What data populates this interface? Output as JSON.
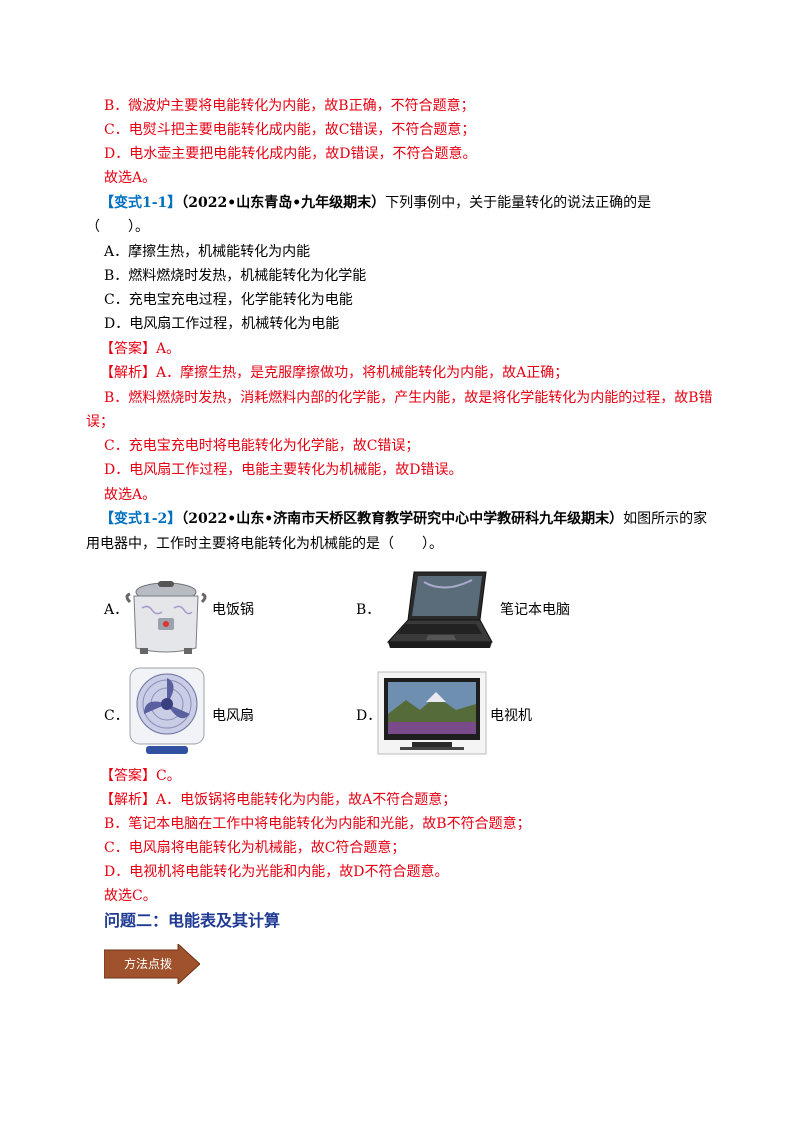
{
  "prev_analysis": {
    "line_b": "B．微波炉主要将电能转化为内能，故B正确，不符合题意；",
    "line_c": "C．电熨斗把主要电能转化成内能，故C错误，不符合题意；",
    "line_d": "D．电水壶主要把电能转化成内能，故D错误，不符合题意。",
    "conclusion": "故选A。"
  },
  "q1": {
    "tag": "【变式1-1】",
    "source": "（2022•山东青岛•九年级期末）",
    "stem_1": "下列事例中，关于能量转化的说法正确的是",
    "stem_2": "（　　）。",
    "options": [
      "A．摩擦生热，机械能转化为内能",
      "B．燃料燃烧时发热，机械能转化为化学能",
      "C．充电宝充电过程，化学能转化为电能",
      "D．电风扇工作过程，机械转化为电能"
    ],
    "answer_tag": "【答案】",
    "answer": "A。",
    "analysis_tag": "【解析】",
    "analysis_a": "A．摩擦生热，是克服摩擦做功，将机械能转化为内能，故A正确；",
    "analysis_b1": "B．燃料燃烧时发热，消耗燃料内部的化学能，产生内能，故是将化学能转化为内能的过程，故B错",
    "analysis_b2": "误；",
    "analysis_c": "C．充电宝充电时将电能转化为化学能，故C错误；",
    "analysis_d": "D．电风扇工作过程，电能主要转化为机械能，故D错误。",
    "conclusion": "故选A。"
  },
  "q2": {
    "tag": "【变式1-2】",
    "source": "（2022•山东•济南市天桥区教育教学研究中心中学教研科九年级期末）",
    "stem_1": "如图所示的家",
    "stem_2": "用电器中，工作时主要将电能转化为机械能的是（　　）。",
    "options": [
      {
        "letter": "A．",
        "label": "电饭锅",
        "icon": "rice-cooker-icon"
      },
      {
        "letter": "B．",
        "label": "笔记本电脑",
        "icon": "laptop-icon"
      },
      {
        "letter": "C．",
        "label": "电风扇",
        "icon": "electric-fan-icon"
      },
      {
        "letter": "D．",
        "label": "电视机",
        "icon": "television-icon"
      }
    ],
    "answer_tag": "【答案】",
    "answer": "C。",
    "analysis_tag": "【解析】",
    "analysis_a": "A．电饭锅将电能转化为内能，故A不符合题意；",
    "analysis_b": "B．笔记本电脑在工作中将电能转化为内能和光能，故B不符合题意；",
    "analysis_c": "C．电风扇将电能转化为机械能，故C符合题意；",
    "analysis_d": "D．电视机将电能转化为光能和内能，故D不符合题意。",
    "conclusion": "故选C。"
  },
  "section": {
    "title": "问题二：电能表及其计算",
    "banner": "方法点拨"
  },
  "colors": {
    "red_text": "#e60012",
    "tag_blue": "#0070c0",
    "section_blue": "#1f3a93",
    "banner_brown": "#a0522d"
  }
}
